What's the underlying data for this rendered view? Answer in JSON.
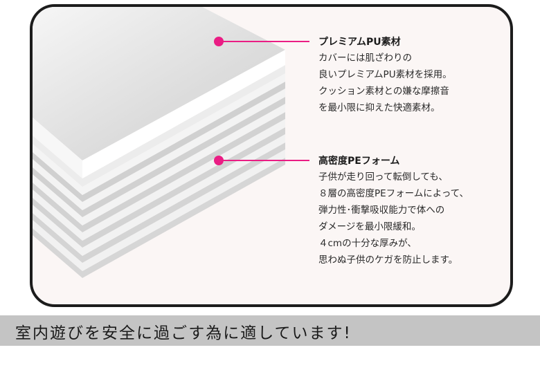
{
  "callouts": [
    {
      "title": "プレミアムPU素材",
      "lines": [
        "カバーには肌ざわりの",
        "良いプレミアムPU素材を採用。",
        "クッション素材との嫌な摩擦音",
        "を最小限に抑えた快適素材。"
      ]
    },
    {
      "title": "高密度PEフォーム",
      "lines": [
        "子供が走り回って転倒しても、",
        "８層の高密度PEフォームによって、",
        "弾力性･衝撃吸収能力で体への",
        "ダメージを最小限緩和。",
        "４cmの十分な厚みが、",
        "思わぬ子供のケガを防止します。"
      ]
    }
  ],
  "banner": {
    "text": "室内遊びを安全に過ごす為に適しています!"
  },
  "colors": {
    "accent": "#ea1d84",
    "frame": "#1c1c1c",
    "panel_bg": "#fbf6f5",
    "banner_bg": "#c4c4c4"
  }
}
